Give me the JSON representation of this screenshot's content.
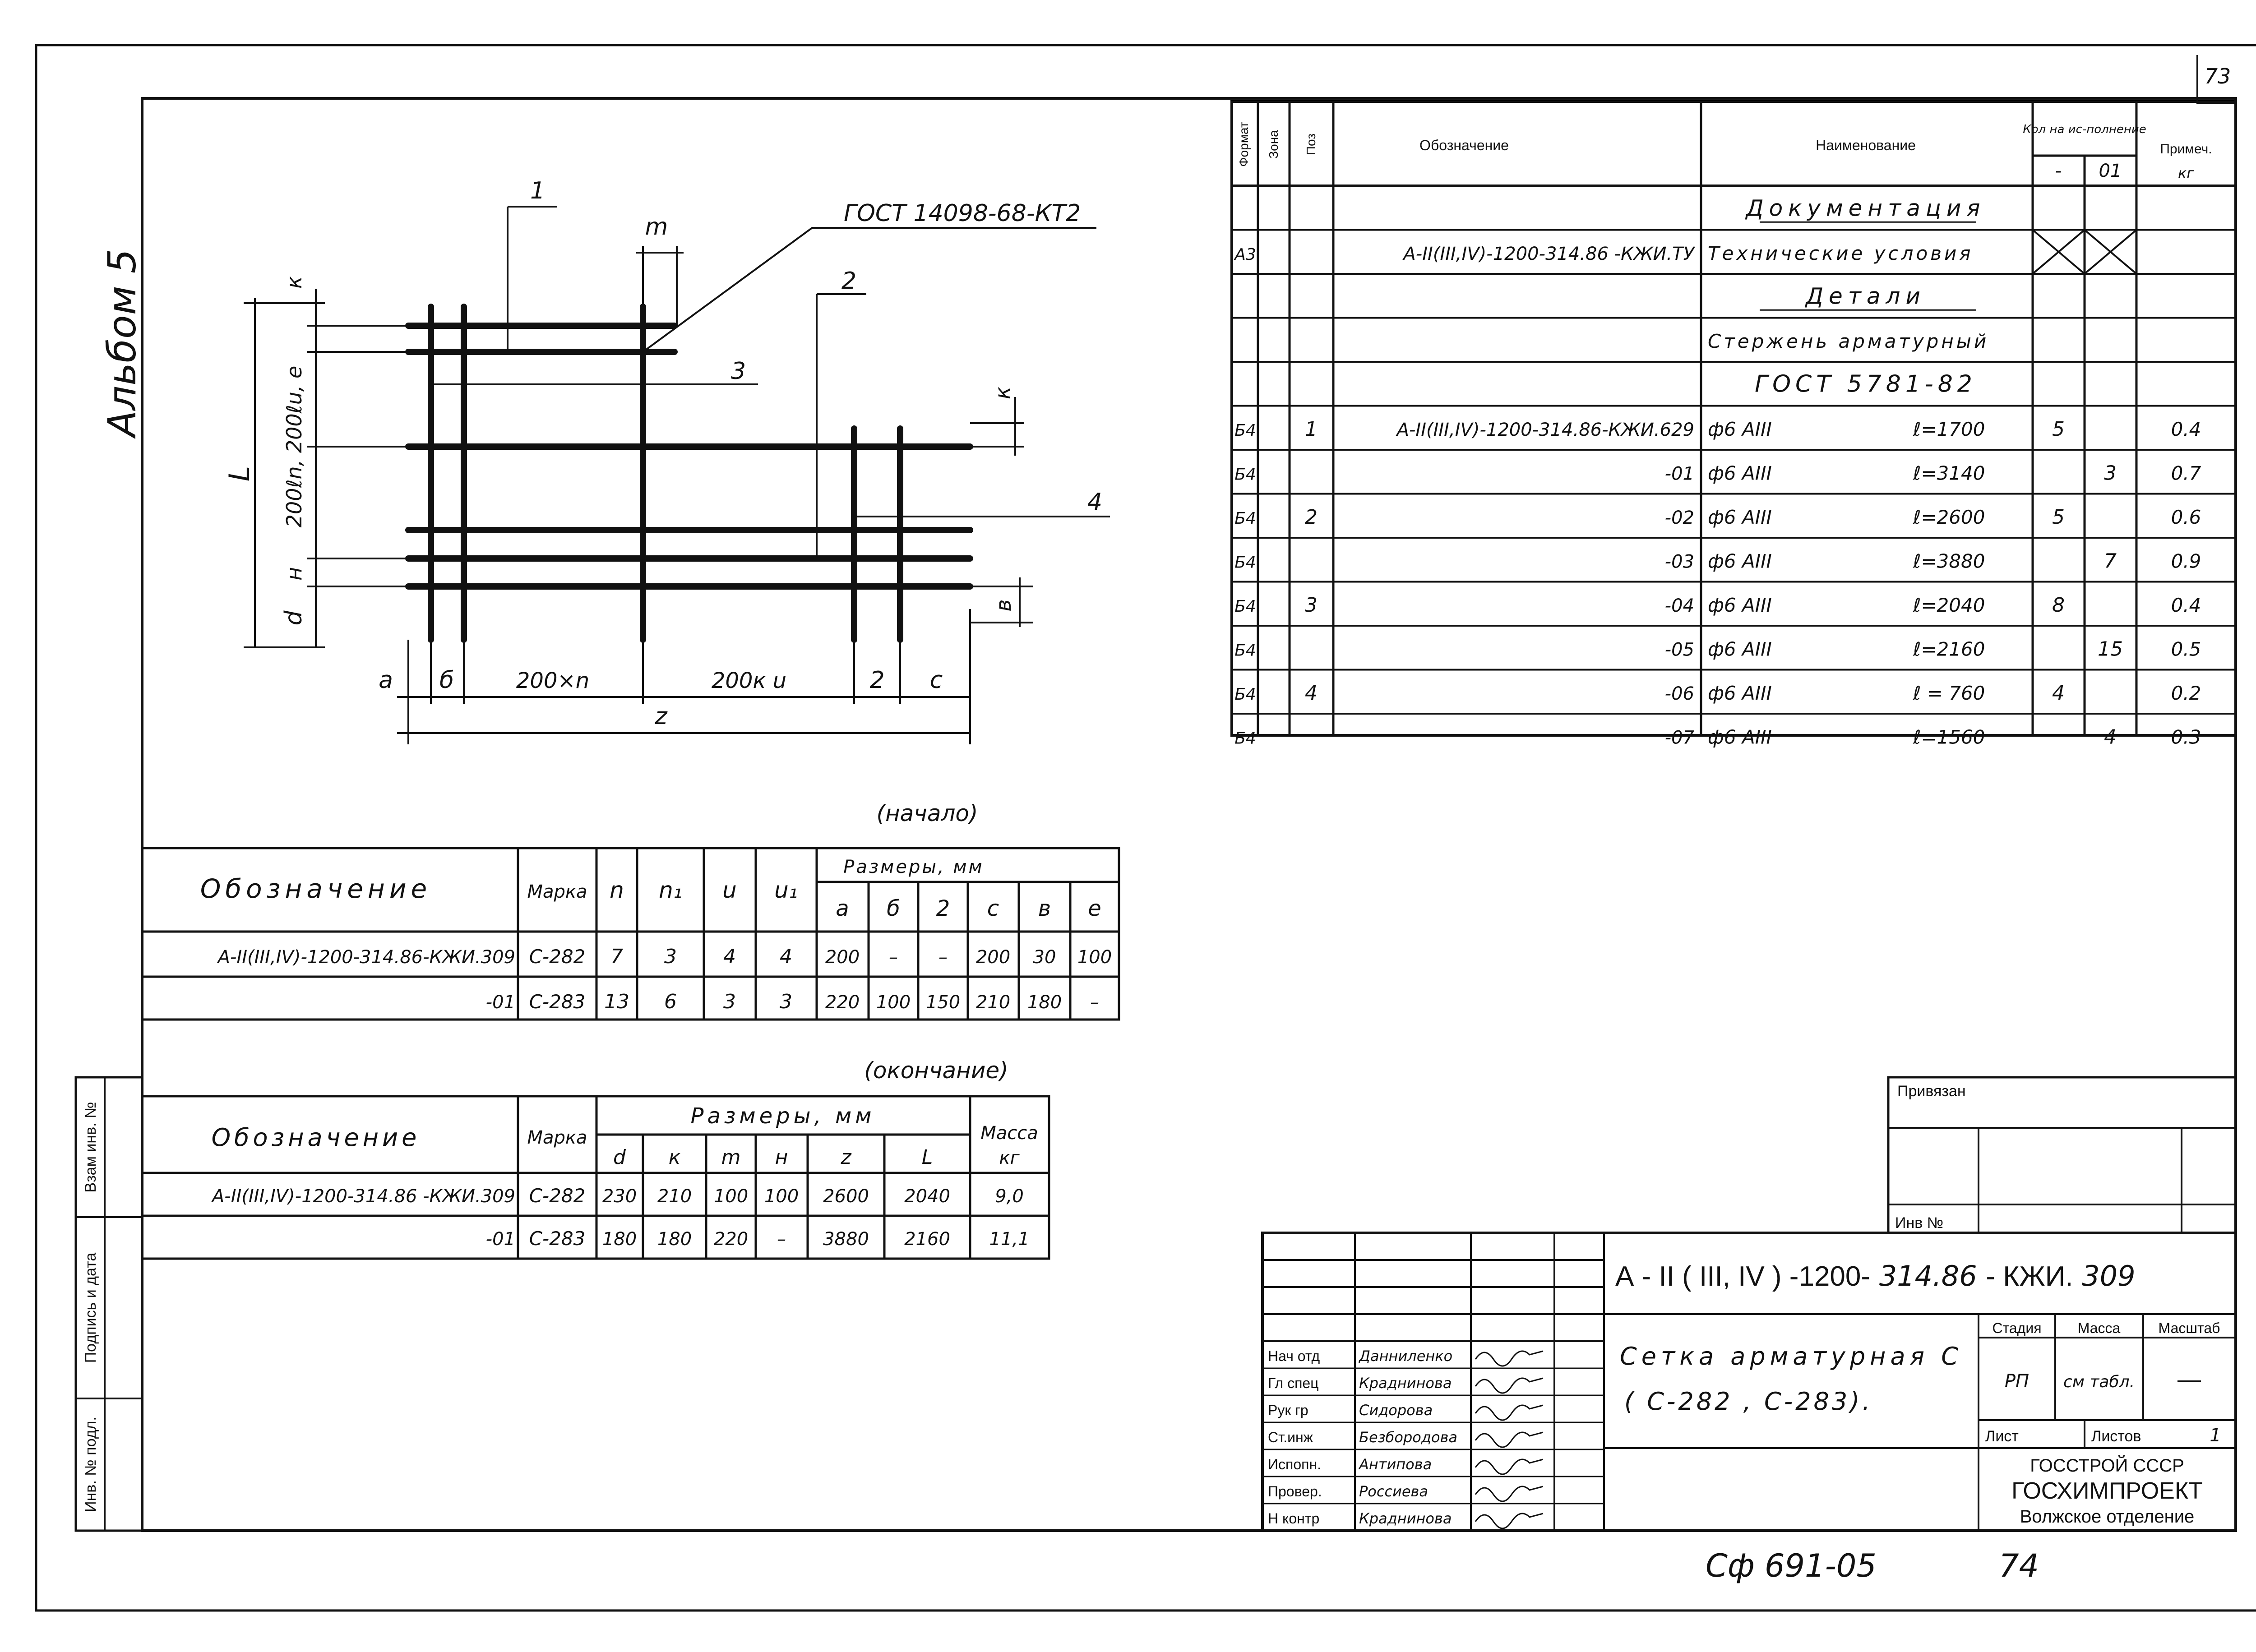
{
  "page_number": "73",
  "album": "Альбом 5",
  "drawing": {
    "labels": {
      "gost": "ГОСТ 14098-68-КТ2",
      "m": "m",
      "k": "к",
      "l": "L",
      "l_dim": "200ℓn, 200ℓu, е",
      "h": "н",
      "d": "d",
      "b": "в",
      "a": "а",
      "sb": "б",
      "n200": "200×n",
      "u200": "200к u",
      "g": "2",
      "c": "с",
      "z": "z",
      "pos1": "1",
      "pos2": "2",
      "pos3": "3",
      "pos4": "4",
      "k2": "к"
    }
  },
  "spec": {
    "headers": {
      "format": "Формат",
      "zone": "Зона",
      "pos": "Поз",
      "designation": "Обозначение",
      "name": "Наименование",
      "qty": "Кол на ис-полнение",
      "qty_a": "-",
      "qty_b": "01",
      "note": "Примеч.",
      "note_unit": "кг"
    },
    "rows": [
      {
        "format": "",
        "pos": "",
        "designation": "",
        "name": "Документация",
        "name2": "",
        "qa": "",
        "qb": "",
        "note": "",
        "style": "heading"
      },
      {
        "format": "А3",
        "pos": "",
        "designation": "А-ІІ(ІІІ,ІV)-1200-314.86 -КЖИ.ТУ",
        "name": "Технические условия",
        "name2": "",
        "qa": "",
        "qb": "",
        "note": "",
        "style": "crossed"
      },
      {
        "format": "",
        "pos": "",
        "designation": "",
        "name": "Детали",
        "name2": "",
        "qa": "",
        "qb": "",
        "note": "",
        "style": "heading"
      },
      {
        "format": "",
        "pos": "",
        "designation": "",
        "name": "Стержень арматурный",
        "name2": "",
        "qa": "",
        "qb": "",
        "note": "",
        "style": ""
      },
      {
        "format": "",
        "pos": "",
        "designation": "",
        "name": "ГОСТ 5781-82",
        "name2": "",
        "qa": "",
        "qb": "",
        "note": "",
        "style": "center"
      },
      {
        "format": "Б4",
        "pos": "1",
        "designation": "А-ІІ(ІІІ,ІV)-1200-314.86-КЖИ.629",
        "name": "ф6 АІІІ",
        "name2": "ℓ=1700",
        "qa": "5",
        "qb": "",
        "note": "0.4",
        "style": ""
      },
      {
        "format": "Б4",
        "pos": "",
        "designation": "-01",
        "name": "ф6 АІІІ",
        "name2": "ℓ=3140",
        "qa": "",
        "qb": "3",
        "note": "0.7",
        "style": ""
      },
      {
        "format": "Б4",
        "pos": "2",
        "designation": "-02",
        "name": "ф6 АІІІ",
        "name2": "ℓ=2600",
        "qa": "5",
        "qb": "",
        "note": "0.6",
        "style": ""
      },
      {
        "format": "Б4",
        "pos": "",
        "designation": "-03",
        "name": "ф6 АІІІ",
        "name2": "ℓ=3880",
        "qa": "",
        "qb": "7",
        "note": "0.9",
        "style": ""
      },
      {
        "format": "Б4",
        "pos": "3",
        "designation": "-04",
        "name": "ф6 АІІІ",
        "name2": "ℓ=2040",
        "qa": "8",
        "qb": "",
        "note": "0.4",
        "style": ""
      },
      {
        "format": "Б4",
        "pos": "",
        "designation": "-05",
        "name": "ф6 АІІІ",
        "name2": "ℓ=2160",
        "qa": "",
        "qb": "15",
        "note": "0.5",
        "style": ""
      },
      {
        "format": "Б4",
        "pos": "4",
        "designation": "-06",
        "name": "ф6 АІІІ",
        "name2": "ℓ = 760",
        "qa": "4",
        "qb": "",
        "note": "0.2",
        "style": ""
      },
      {
        "format": "Б4",
        "pos": "",
        "designation": "-07",
        "name": "ф6 АІІІ",
        "name2": "ℓ=1560",
        "qa": "",
        "qb": "4",
        "note": "0.3",
        "style": ""
      }
    ]
  },
  "table_start": {
    "caption": "(начало)",
    "h_designation": "Обозначение",
    "h_mark": "Марка",
    "h_n": "n",
    "h_n1": "n₁",
    "h_u": "u",
    "h_u1": "u₁",
    "h_sizes": "Размеры, мм",
    "sub": [
      "а",
      "б",
      "2",
      "с",
      "в",
      "е"
    ],
    "rows": [
      {
        "designation": "А-ІІ(ІІІ,ІV)-1200-314.86-КЖИ.309",
        "mark": "С-282",
        "n": "7",
        "n1": "3",
        "u": "4",
        "u1": "4",
        "v": [
          "200",
          "–",
          "–",
          "200",
          "30",
          "100"
        ]
      },
      {
        "designation": "-01",
        "mark": "С-283",
        "n": "13",
        "n1": "6",
        "u": "3",
        "u1": "3",
        "v": [
          "220",
          "100",
          "150",
          "210",
          "180",
          "–"
        ]
      }
    ]
  },
  "table_end": {
    "caption": "(окончание)",
    "h_designation": "Обозначение",
    "h_mark": "Марка",
    "h_sizes": "Размеры, мм",
    "h_mass": "Масса",
    "h_mass_unit": "кг",
    "sub": [
      "d",
      "к",
      "m",
      "н",
      "z",
      "L"
    ],
    "rows": [
      {
        "designation": "А-ІІ(ІІІ,ІV)-1200-314.86 -КЖИ.309",
        "mark": "С-282",
        "v": [
          "230",
          "210",
          "100",
          "100",
          "2600",
          "2040"
        ],
        "mass": "9,0"
      },
      {
        "designation": "-01",
        "mark": "С-283",
        "v": [
          "180",
          "180",
          "220",
          "–",
          "3880",
          "2160"
        ],
        "mass": "11,1"
      }
    ]
  },
  "side_stamp": {
    "vzam": "Взам инв. №",
    "podpis": "Подпись и дата",
    "inv": "Инв. № подл."
  },
  "privyazan": {
    "title": "Привязан",
    "inv": "Инв №"
  },
  "title_block": {
    "code": "А-ІІ(ІІІ,ІV)-1200-314.86 -КЖИ.309",
    "code_part1": "А - ІІ ( ІІІ, ІV ) -1200-",
    "code_part2": "314.86",
    "code_part3": "- КЖИ.",
    "code_part4": "309",
    "name_line1": "Сетка арматурная С",
    "name_line2": "( С-282 , С-283).",
    "stage_h": "Стадия",
    "mass_h": "Масса",
    "scale_h": "Масштаб",
    "stage": "РП",
    "mass": "см табл.",
    "scale": "—",
    "sheet_h": "Лист",
    "sheets_h": "Листов",
    "sheets": "1",
    "org1": "ГОССТРОЙ СССР",
    "org2": "ГОСХИМПРОЕКТ",
    "org3": "Волжское отделение",
    "people": [
      {
        "role": "Нач отд",
        "name": "Данниленко"
      },
      {
        "role": "Гл спец",
        "name": "Краднинова"
      },
      {
        "role": "Рук гр",
        "name": "Сидорова"
      },
      {
        "role": "Ст.инж",
        "name": "Безбородова"
      },
      {
        "role": "Испопн.",
        "name": "Антипова"
      },
      {
        "role": "Провер.",
        "name": "Россиева"
      },
      {
        "role": "Н контр",
        "name": "Краднинова"
      }
    ]
  },
  "footer_code": "Сф 691-05",
  "footer_num": "74"
}
